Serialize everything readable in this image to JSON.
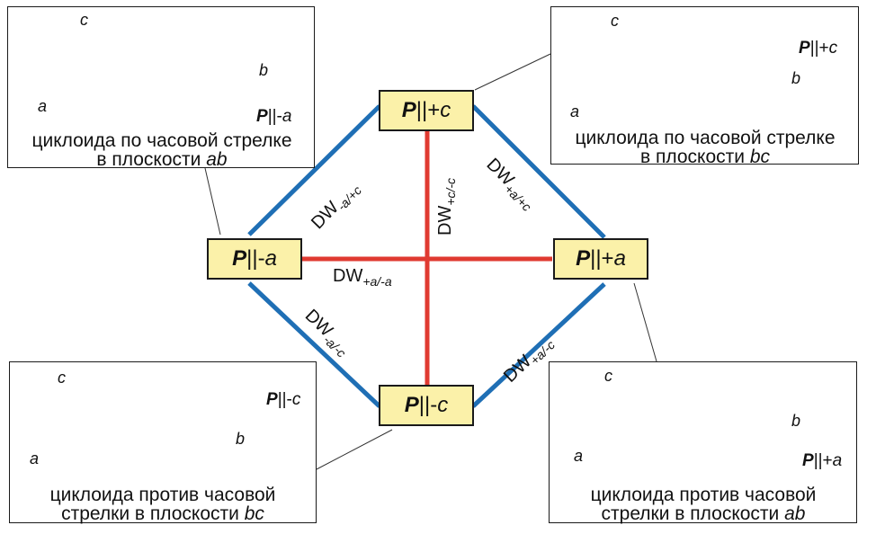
{
  "nodes": {
    "top": {
      "sym": "P",
      "rel": "||+",
      "axis": "c"
    },
    "left": {
      "sym": "P",
      "rel": "||-",
      "axis": "a"
    },
    "right": {
      "sym": "P",
      "rel": "||+",
      "axis": "a"
    },
    "bottom": {
      "sym": "P",
      "rel": "||-",
      "axis": "c"
    }
  },
  "edges": {
    "top_left": {
      "main": "DW",
      "sub": "-a/+c"
    },
    "top_right": {
      "main": "DW",
      "sub": "+a/+c"
    },
    "bottom_left": {
      "main": "DW",
      "sub": "-a/-c"
    },
    "bottom_right": {
      "main": "DW",
      "sub": "+a/-c"
    },
    "horizontal": {
      "main": "DW",
      "sub": "+a/-a"
    },
    "vertical": {
      "main": "DW",
      "sub": "+c/-c"
    }
  },
  "panels": {
    "top_left": {
      "axes": {
        "c": "c",
        "b": "b",
        "a": "a"
      },
      "p_label": {
        "sym": "P",
        "rel": "||-",
        "axis": "a"
      },
      "caption_line1": "циклоида по часовой стрелке",
      "caption_line2_prefix": "в плоскости ",
      "caption_line2_ital": "ab"
    },
    "top_right": {
      "axes": {
        "c": "c",
        "b": "b",
        "a": "a"
      },
      "p_label": {
        "sym": "P",
        "rel": "||+",
        "axis": "c"
      },
      "caption_line1": "циклоида по часовой стрелке",
      "caption_line2_prefix": "в плоскости ",
      "caption_line2_ital": "bc"
    },
    "bottom_left": {
      "axes": {
        "c": "c",
        "b": "b",
        "a": "a"
      },
      "p_label": {
        "sym": "P",
        "rel": "||-",
        "axis": "c"
      },
      "caption_line1": "циклоида против часовой",
      "caption_line2_prefix": "стрелки в плоскости ",
      "caption_line2_ital": "bc"
    },
    "bottom_right": {
      "axes": {
        "c": "c",
        "b": "b",
        "a": "a"
      },
      "p_label": {
        "sym": "P",
        "rel": "||+",
        "axis": "a"
      },
      "caption_line1": "циклоида против часовой",
      "caption_line2_prefix": "стрелки в плоскости ",
      "caption_line2_ital": "ab"
    }
  },
  "colors": {
    "blue_edge": "#1f6fb5",
    "red_edge": "#e03a31",
    "node_fill": "#fbf1a9",
    "arrow_red": "#e8392f",
    "dot_blue": "#2aa4dc"
  }
}
